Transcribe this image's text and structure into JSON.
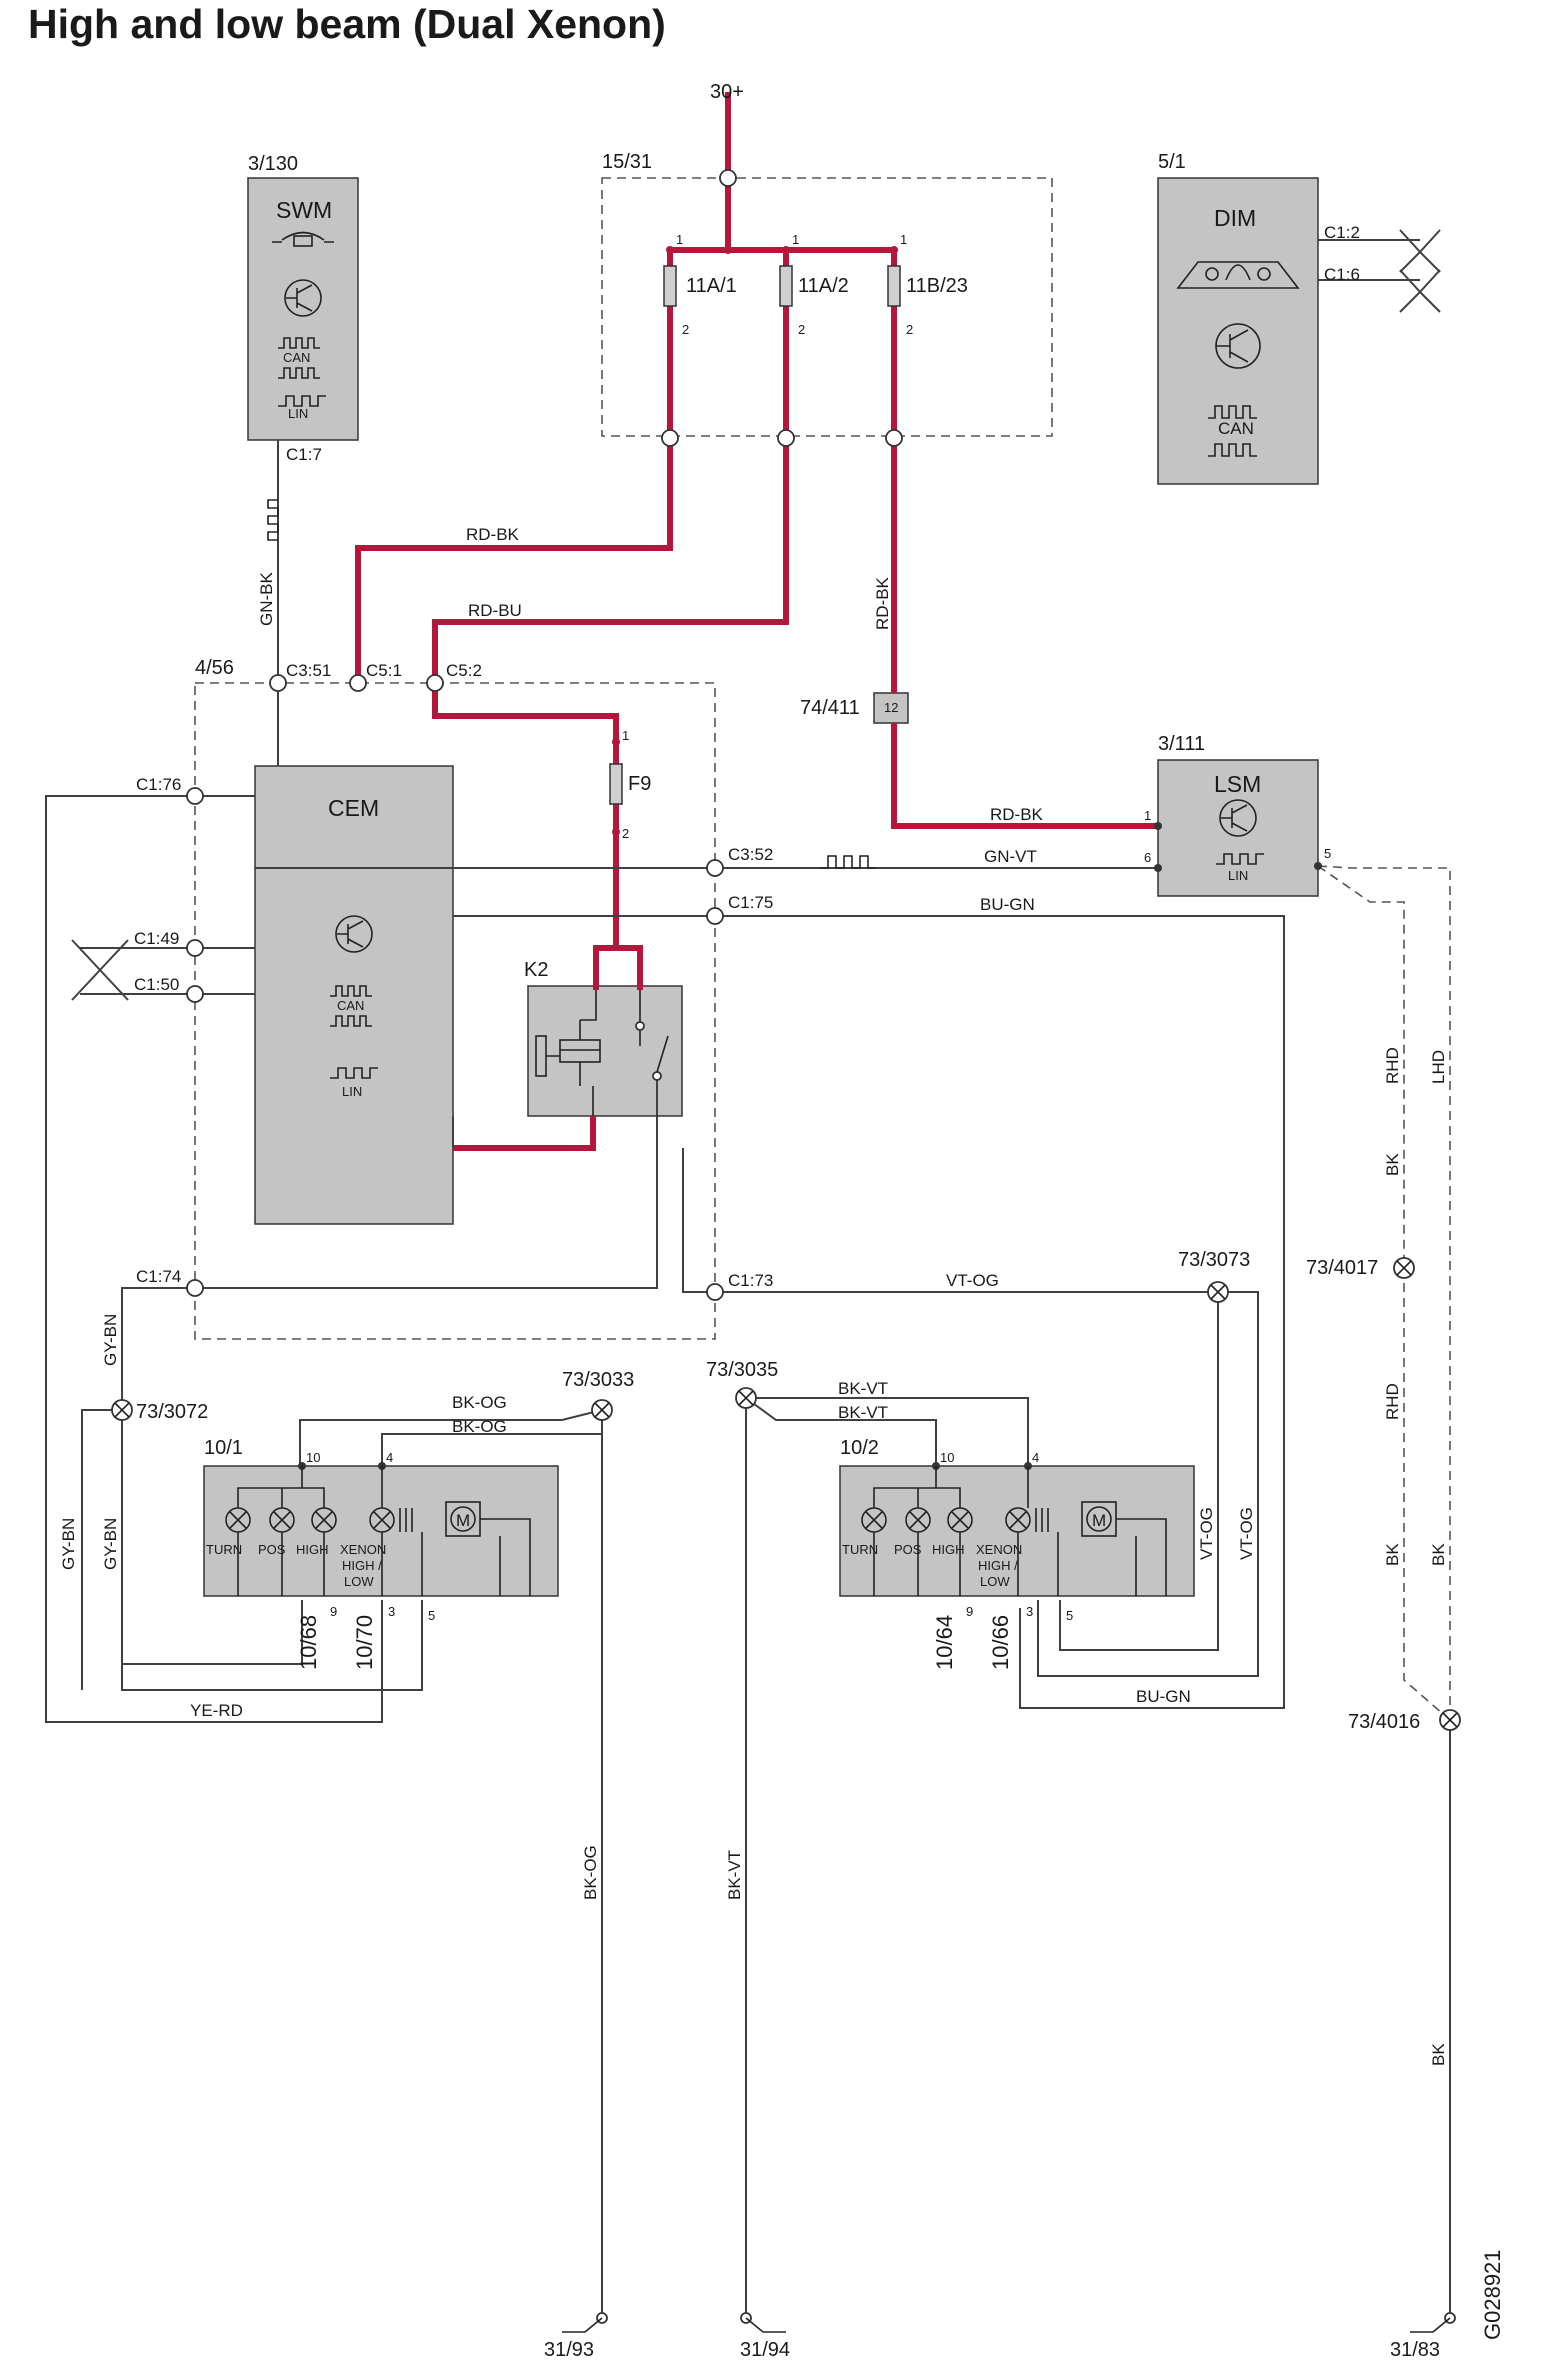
{
  "title": "High and low beam (Dual Xenon)",
  "figure_id": "G028921",
  "supply": "30+",
  "blocks": {
    "fuse_box": "15/31",
    "swm": {
      "ref": "3/130",
      "name": "SWM"
    },
    "dim": {
      "ref": "5/1",
      "name": "DIM"
    },
    "cem": {
      "ref": "4/56",
      "name": "CEM"
    },
    "lsm": {
      "ref": "3/111",
      "name": "LSM"
    },
    "relay": "K2",
    "fuse_f9": "F9",
    "splice_74": "74/411",
    "splice_74_pin": "12",
    "headlamp_left": "10/1",
    "headlamp_right": "10/2"
  },
  "fuses": [
    "11A/1",
    "11A/2",
    "11B/23"
  ],
  "bus_labels": {
    "can": "CAN",
    "lin": "LIN"
  },
  "lamp_labels": [
    "TURN",
    "POS",
    "HIGH",
    "XENON",
    "HIGH /",
    "LOW",
    "M"
  ],
  "pins": {
    "p1": "1",
    "p2": "2",
    "p3": "3",
    "p4": "4",
    "p5": "5",
    "p6": "6",
    "p9": "9",
    "p10": "10",
    "c1_7": "C1:7",
    "c1_2": "C1:2",
    "c1_6": "C1:6",
    "c3_51": "C3:51",
    "c5_1": "C5:1",
    "c5_2": "C5:2",
    "c1_76": "C1:76",
    "c3_52": "C3:52",
    "c1_75": "C1:75",
    "c1_49": "C1:49",
    "c1_50": "C1:50",
    "c1_74": "C1:74",
    "c1_73": "C1:73"
  },
  "connectors": {
    "c10_68": "10/68",
    "c10_70": "10/70",
    "c10_64": "10/64",
    "c10_66": "10/66"
  },
  "splices": {
    "s3073": "73/3073",
    "s4017": "73/4017",
    "s3072": "73/3072",
    "s3033": "73/3033",
    "s3035": "73/3035",
    "s4016": "73/4016"
  },
  "grounds": [
    "31/93",
    "31/94",
    "31/83"
  ],
  "wires": {
    "rd_bk": "RD-BK",
    "rd_bu": "RD-BU",
    "gn_bk": "GN-BK",
    "gn_vt": "GN-VT",
    "bu_gn": "BU-GN",
    "vt_og": "VT-OG",
    "gy_bn": "GY-BN",
    "bk_og": "BK-OG",
    "bk_vt": "BK-VT",
    "ye_rd": "YE-RD",
    "bk": "BK",
    "rhd": "RHD",
    "lhd": "LHD"
  }
}
